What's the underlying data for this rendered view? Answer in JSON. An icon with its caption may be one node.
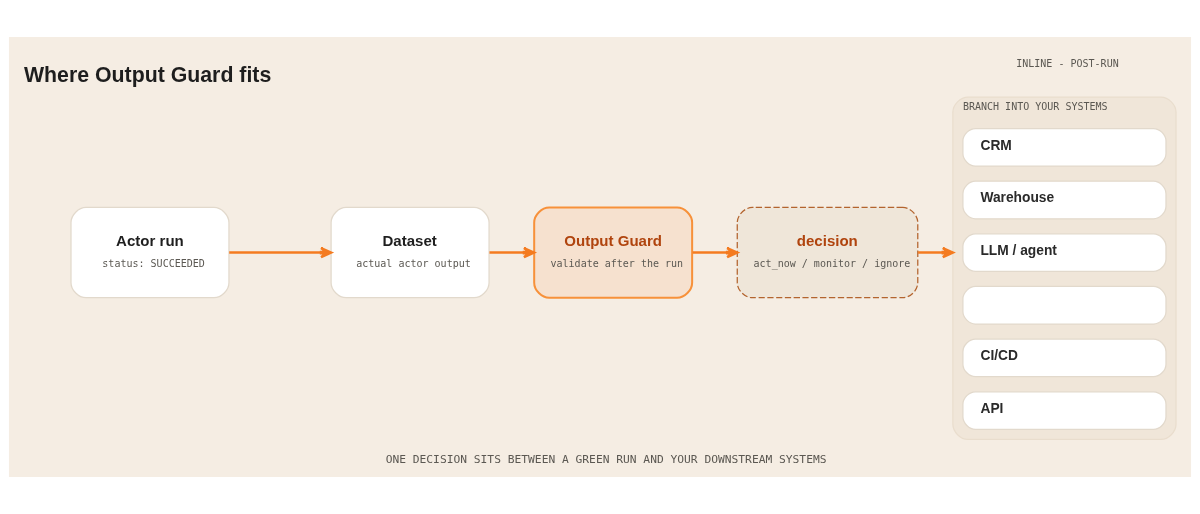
{
  "diagram": {
    "title": "Where Output Guard fits",
    "caption": "ONE DECISION SITS BETWEEN A GREEN RUN AND YOUR DOWNSTREAM SYSTEMS",
    "nodes": [
      {
        "text": [
          "Actor run",
          "status: SUCCEEDED"
        ]
      },
      {
        "text": [
          "Dataset",
          "actual actor output"
        ]
      },
      {
        "text": [
          "Output Guard",
          "validate after the run"
        ]
      },
      {
        "text": [
          "decision",
          "act_now / monitor / ignore"
        ]
      },
      {
        "text": [
          "BRANCH INTO YOUR SYSTEMS"
        ]
      },
      {
        "text": [
          "CRM"
        ],
        "in": 4
      },
      {
        "text": [
          "Warehouse"
        ],
        "in": 4
      },
      {
        "text": [
          "LLM / agent"
        ],
        "in": 4
      },
      {
        "text": [],
        "shape": "box",
        "in": 4
      },
      {
        "text": [
          "CI/CD"
        ],
        "in": 4
      },
      {
        "text": [
          "API"
        ],
        "in": 4
      }
    ],
    "edges": [
      {
        "from": 0,
        "to": 1,
        "arrow": "to"
      },
      {
        "from": 1,
        "to": 2,
        "arrow": "to"
      },
      {
        "from": 2,
        "to": 3,
        "arrow": "to"
      },
      {
        "from": 3,
        "to": 4,
        "arrow": "to"
      }
    ],
    "labels": [
      "INLINE - POST-RUN"
    ]
  }
}
